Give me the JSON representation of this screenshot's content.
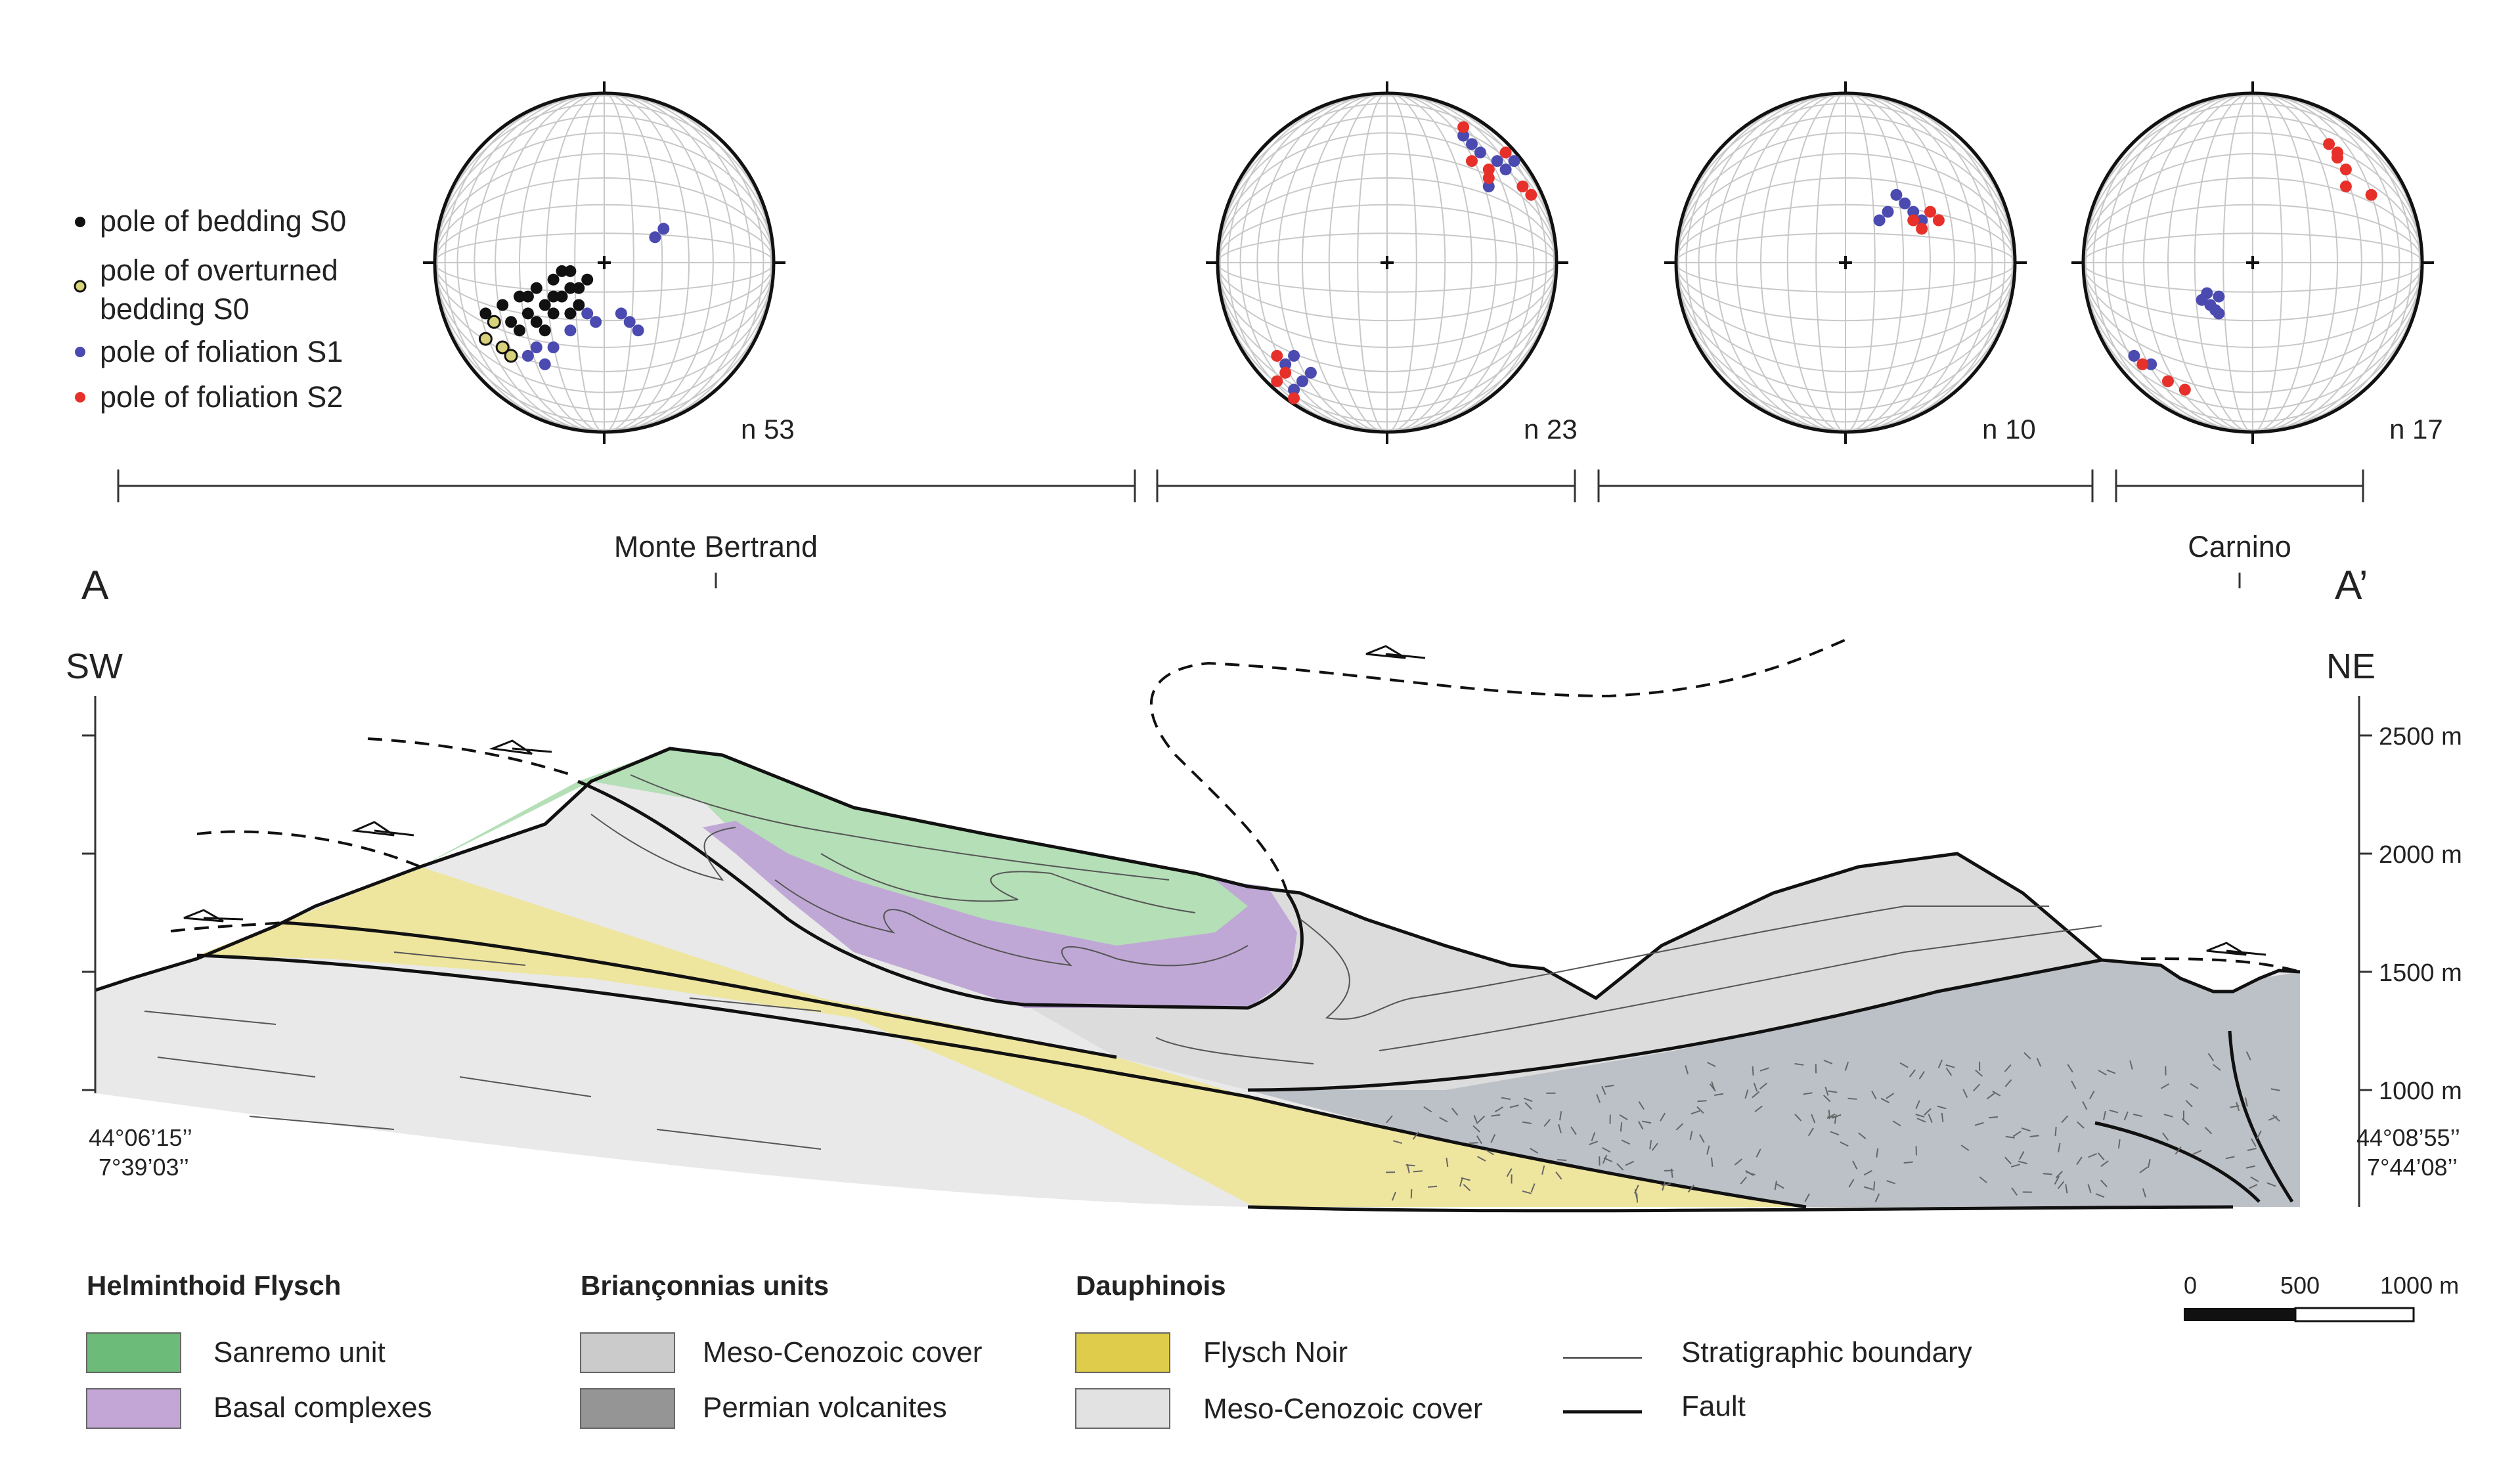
{
  "stereonet_legend": [
    {
      "label": "pole of bedding S0",
      "color": "#111111",
      "kind": "bedding"
    },
    {
      "label_line1": "pole of overturned",
      "label_line2": "bedding S0",
      "color": "#d8d27a",
      "kind": "overturned"
    },
    {
      "label": "pole of foliation S1",
      "color": "#4a4ab0",
      "kind": "s1"
    },
    {
      "label": "pole of foliation S2",
      "color": "#e8302a",
      "kind": "s2"
    }
  ],
  "stereonets": [
    {
      "n_label": "n 53",
      "bedding": [
        [
          -0.7,
          -0.3
        ],
        [
          -0.6,
          -0.25
        ],
        [
          -0.55,
          -0.35
        ],
        [
          -0.5,
          -0.2
        ],
        [
          -0.45,
          -0.3
        ],
        [
          -0.4,
          -0.15
        ],
        [
          -0.35,
          -0.25
        ],
        [
          -0.3,
          -0.1
        ],
        [
          -0.25,
          -0.2
        ],
        [
          -0.2,
          -0.15
        ],
        [
          -0.15,
          -0.25
        ],
        [
          -0.1,
          -0.1
        ],
        [
          -0.3,
          -0.3
        ],
        [
          -0.4,
          -0.35
        ],
        [
          -0.2,
          -0.3
        ],
        [
          -0.45,
          -0.2
        ],
        [
          -0.35,
          -0.4
        ],
        [
          -0.25,
          -0.05
        ],
        [
          -0.15,
          -0.15
        ],
        [
          -0.5,
          -0.4
        ],
        [
          -0.3,
          -0.2
        ],
        [
          -0.2,
          -0.05
        ]
      ],
      "overturned": [
        [
          -0.7,
          -0.45
        ],
        [
          -0.6,
          -0.5
        ],
        [
          -0.55,
          -0.55
        ],
        [
          -0.65,
          -0.35
        ]
      ],
      "s1": [
        [
          0.3,
          0.15
        ],
        [
          0.35,
          0.2
        ],
        [
          0.1,
          -0.3
        ],
        [
          0.15,
          -0.35
        ],
        [
          0.2,
          -0.4
        ],
        [
          -0.4,
          -0.5
        ],
        [
          -0.45,
          -0.55
        ],
        [
          -0.3,
          -0.5
        ],
        [
          -0.2,
          -0.4
        ],
        [
          -0.1,
          -0.3
        ],
        [
          -0.05,
          -0.35
        ],
        [
          -0.35,
          -0.6
        ]
      ],
      "s2": []
    },
    {
      "n_label": "n 23",
      "bedding": [],
      "overturned": [],
      "s1": [
        [
          0.45,
          0.75
        ],
        [
          0.5,
          0.7
        ],
        [
          0.55,
          0.65
        ],
        [
          0.65,
          0.6
        ],
        [
          0.7,
          0.55
        ],
        [
          0.75,
          0.6
        ],
        [
          0.6,
          0.45
        ],
        [
          -0.6,
          -0.6
        ],
        [
          -0.55,
          -0.55
        ],
        [
          -0.5,
          -0.7
        ],
        [
          -0.45,
          -0.65
        ],
        [
          -0.55,
          -0.75
        ]
      ],
      "s2": [
        [
          0.45,
          0.8
        ],
        [
          0.5,
          0.6
        ],
        [
          0.6,
          0.55
        ],
        [
          0.7,
          0.65
        ],
        [
          0.8,
          0.45
        ],
        [
          0.85,
          0.4
        ],
        [
          0.6,
          0.5
        ],
        [
          -0.65,
          -0.55
        ],
        [
          -0.6,
          -0.65
        ],
        [
          -0.55,
          -0.8
        ],
        [
          -0.65,
          -0.7
        ]
      ]
    },
    {
      "n_label": "n 10",
      "bedding": [],
      "overturned": [],
      "s1": [
        [
          0.3,
          0.4
        ],
        [
          0.35,
          0.35
        ],
        [
          0.25,
          0.3
        ],
        [
          0.4,
          0.3
        ],
        [
          0.45,
          0.25
        ],
        [
          0.2,
          0.25
        ]
      ],
      "s2": [
        [
          0.4,
          0.25
        ],
        [
          0.5,
          0.3
        ],
        [
          0.45,
          0.2
        ],
        [
          0.55,
          0.25
        ]
      ]
    },
    {
      "n_label": "n 17",
      "bedding": [],
      "overturned": [],
      "s1": [
        [
          -0.25,
          -0.25
        ],
        [
          -0.2,
          -0.2
        ],
        [
          -0.3,
          -0.22
        ],
        [
          -0.22,
          -0.28
        ],
        [
          -0.27,
          -0.18
        ],
        [
          -0.2,
          -0.3
        ],
        [
          -0.7,
          -0.55
        ],
        [
          -0.6,
          -0.6
        ]
      ],
      "s2": [
        [
          0.45,
          0.7
        ],
        [
          0.5,
          0.65
        ],
        [
          0.55,
          0.55
        ],
        [
          0.55,
          0.45
        ],
        [
          0.7,
          0.4
        ],
        [
          -0.65,
          -0.6
        ],
        [
          -0.5,
          -0.7
        ],
        [
          -0.4,
          -0.75
        ],
        [
          0.5,
          0.62
        ]
      ]
    }
  ],
  "section": {
    "left_label": "A",
    "right_label": "A’",
    "left_dir": "SW",
    "right_dir": "NE",
    "locality_1": "Monte Bertrand",
    "locality_2": "Carnino",
    "elevation_ticks": [
      "2500 m",
      "2000 m",
      "1500 m",
      "1000 m"
    ],
    "coord_left_lat": "44°06’15’’",
    "coord_left_lon": "7°39’03’’",
    "coord_right_lat": "44°08’55’’",
    "coord_right_lon": "7°44’08’’"
  },
  "scale_bar": {
    "labels": [
      "0",
      "500",
      "1000 m"
    ]
  },
  "legend": {
    "group_1_title": "Helminthoid Flysch",
    "group_1_items": [
      {
        "label": "Sanremo unit",
        "color": "#6cbb78"
      },
      {
        "label": "Basal complexes",
        "color": "#c3a6d6"
      }
    ],
    "group_2_title": "Briançonnias units",
    "group_2_items": [
      {
        "label": "Meso-Cenozoic cover",
        "color": "#cbcbcb"
      },
      {
        "label": "Permian volcanites",
        "color": "#959595"
      }
    ],
    "group_3_title": "Dauphinois",
    "group_3_items": [
      {
        "label": "Flysch Noir",
        "color": "#dfcc4a"
      },
      {
        "label": "Meso-Cenozoic cover",
        "color": "#e2e2e2"
      }
    ],
    "line_items": [
      {
        "label": "Stratigraphic boundary"
      },
      {
        "label": "Fault"
      }
    ]
  },
  "colors": {
    "sanremo_fill": "#b5dfb7",
    "basal_fill": "#c0a8d6",
    "brianconnais_cover_fill": "#dcdcdc",
    "permian_fill": "#bcc1c8",
    "flysch_noir_fill": "#eee59f",
    "dauphinois_cover_fill": "#e9e9e9"
  }
}
